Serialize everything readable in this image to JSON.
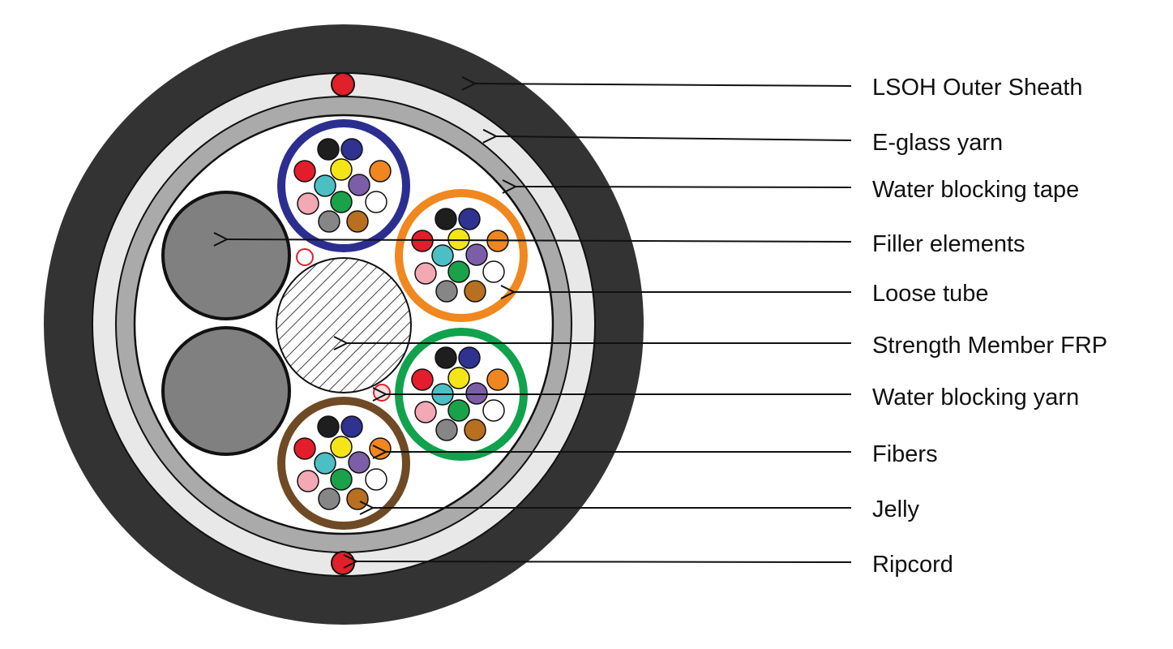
{
  "labels": {
    "outer_sheath": "LSOH Outer Sheath",
    "eglass_yarn": "E-glass yarn",
    "water_blocking_tape": "Water blocking tape",
    "filler_elements": "Filler elements",
    "loose_tube": "Loose tube",
    "strength_member": "Strength Member FRP",
    "water_blocking_yarn": "Water blocking yarn",
    "fibers": "Fibers",
    "jelly": "Jelly",
    "ripcord": "Ripcord"
  },
  "colors": {
    "outer_sheath": "#333333",
    "eglass_yarn": "#e8e8e8",
    "water_blocking_tape": "#aaaaaa",
    "filler": "#808080",
    "ripcord": "#e0202a",
    "tube_blue": "#2c2e8f",
    "tube_orange": "#f0871f",
    "tube_green": "#11a24e",
    "tube_brown": "#6e4a25"
  },
  "fiber_colors": [
    "#1e1e1e",
    "#2f3290",
    "#e31d2b",
    "#f4e519",
    "#f0861f",
    "#4bbfc3",
    "#7b5ea7",
    "#f2a9b4",
    "#19a24a",
    "#ffffff",
    "#868686",
    "#b86f1f"
  ],
  "loose_tubes": [
    "tube_blue",
    "tube_orange",
    "tube_green",
    "tube_brown"
  ]
}
